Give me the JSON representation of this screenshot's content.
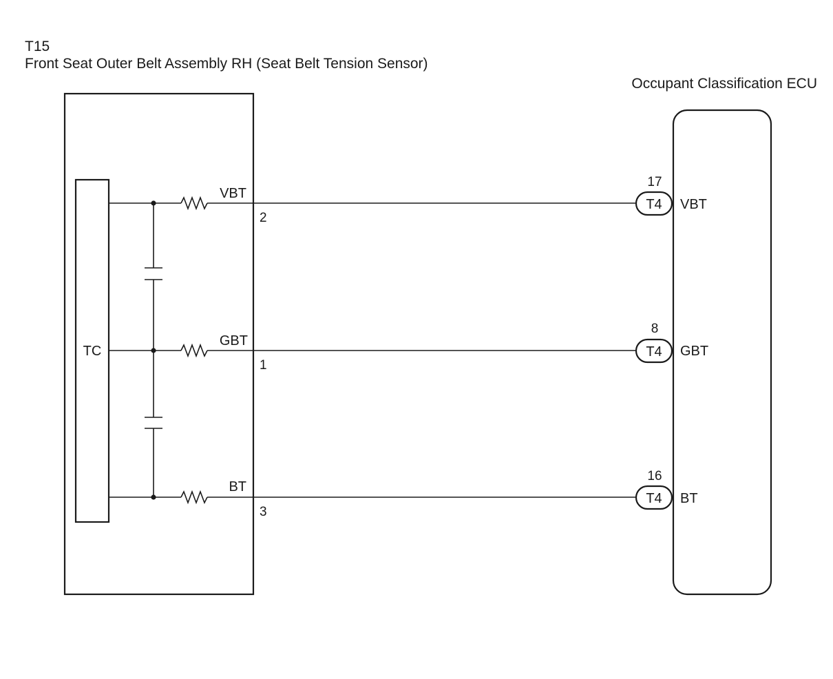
{
  "sensor": {
    "code": "T15",
    "name": "Front Seat Outer Belt Assembly RH (Seat Belt Tension Sensor)",
    "element_label": "TC"
  },
  "ecu": {
    "name": "Occupant Classification ECU"
  },
  "circuits": [
    {
      "signal": "VBT",
      "sensor_pin": "2",
      "connector": "T4",
      "ecu_pin": "17",
      "ecu_signal": "VBT"
    },
    {
      "signal": "GBT",
      "sensor_pin": "1",
      "connector": "T4",
      "ecu_pin": "8",
      "ecu_signal": "GBT"
    },
    {
      "signal": "BT",
      "sensor_pin": "3",
      "connector": "T4",
      "ecu_pin": "16",
      "ecu_signal": "BT"
    }
  ]
}
